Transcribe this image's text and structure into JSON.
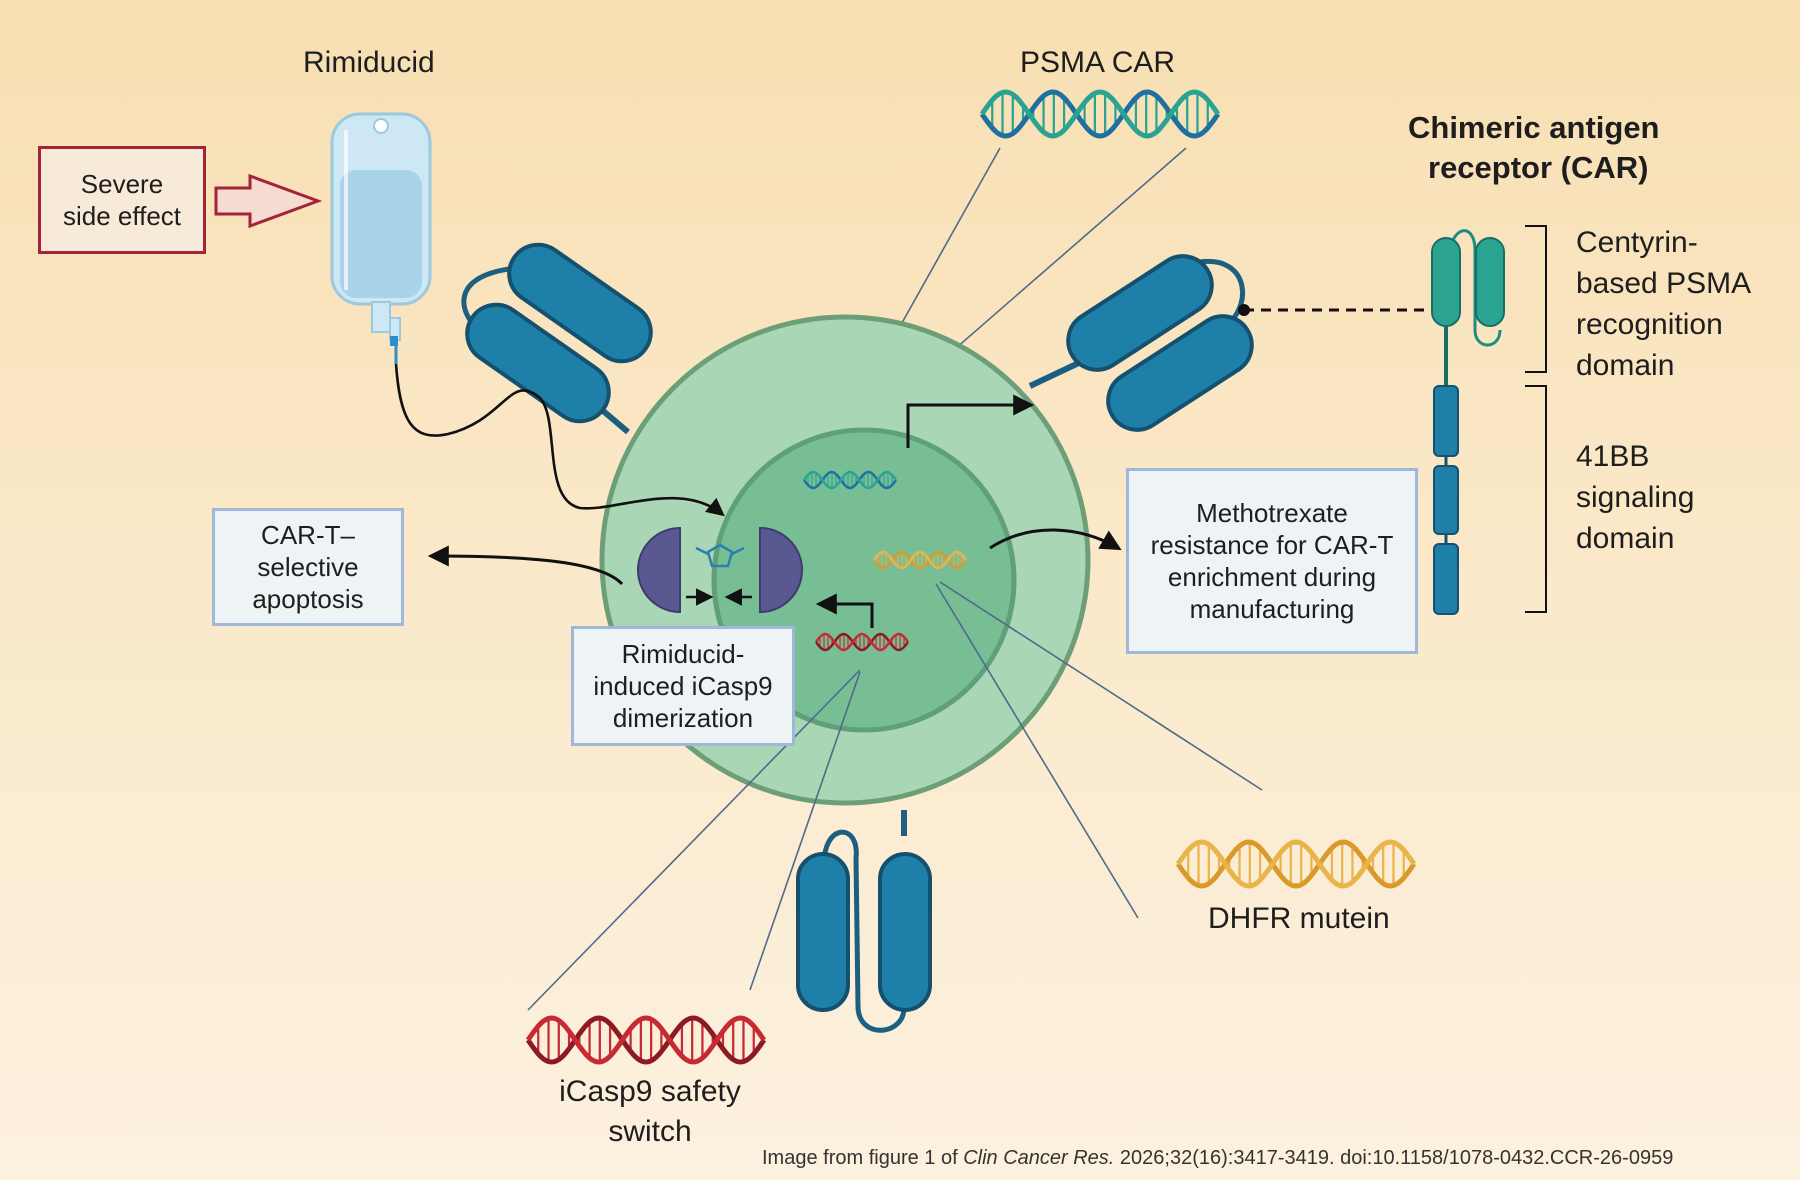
{
  "labels": {
    "rimiducid": "Rimiducid",
    "psma_car": "PSMA CAR",
    "car_title_line1": "Chimeric antigen",
    "car_title_line2": "receptor (CAR)",
    "centyrin": [
      "Centyrin-",
      "based PSMA",
      "recognition",
      "domain"
    ],
    "signaling": [
      "41BB",
      "signaling",
      "domain"
    ],
    "dhfr": "DHFR mutein",
    "icasp9_line1": "iCasp9 safety",
    "icasp9_line2": "switch"
  },
  "boxes": {
    "severe": [
      "Severe",
      "side effect"
    ],
    "apoptosis": [
      "CAR-T–",
      "selective",
      "apoptosis"
    ],
    "dimerization": [
      "Rimiducid-",
      "induced iCasp9",
      "dimerization"
    ],
    "methotrexate": [
      "Methotrexate",
      "resistance for CAR-T",
      "enrichment during",
      "manufacturing"
    ]
  },
  "credit": {
    "prefix": "Image from figure 1 of ",
    "journal": "Clin Cancer Res.",
    "suffix": " 2026;32(16):3417-3419. doi:10.1158/1078-0432.CCR-26-0959"
  },
  "colors": {
    "cell_outer": "#a9d6b4",
    "nucleus": "#78be95",
    "receptor": "#1e7fa8",
    "psma_dna": "#2d8fae",
    "dhfr_dna": "#e2a33a",
    "icasp9_dna": "#b3202a",
    "icasp9_protein": "#5a5890",
    "box_border_blue": "#9fb8da",
    "box_border_red": "#a3243a"
  }
}
